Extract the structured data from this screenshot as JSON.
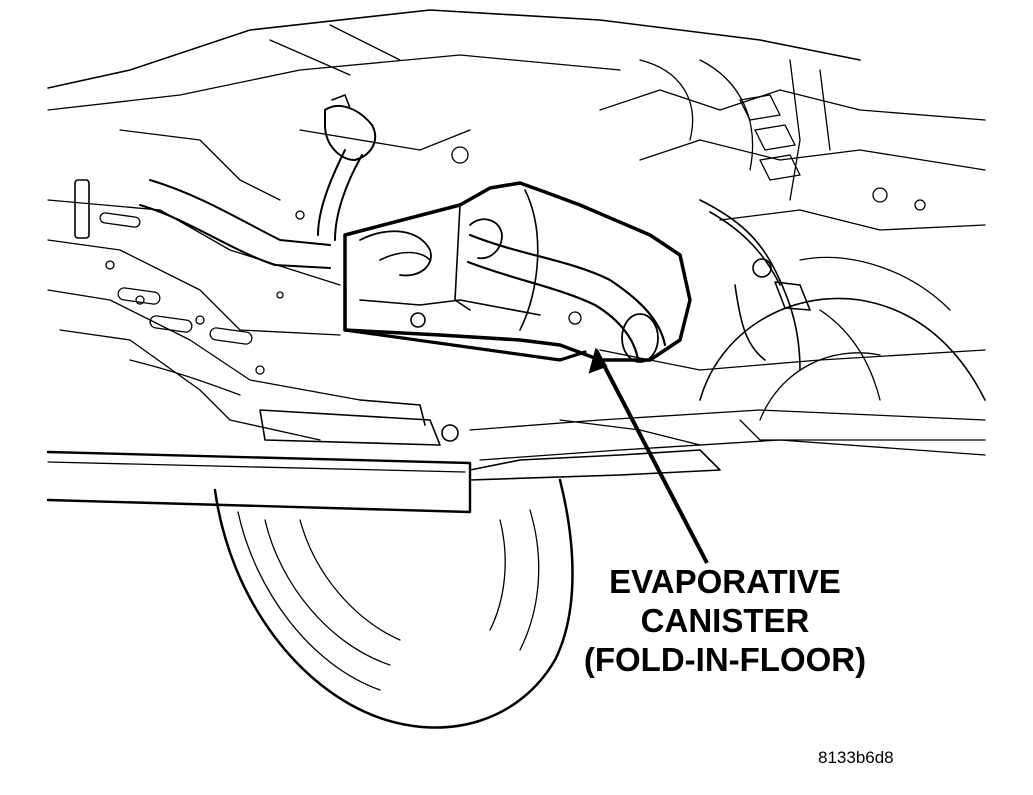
{
  "callout": {
    "lines": [
      "EVAPORATIVE",
      "CANISTER",
      "(FOLD-IN-FLOOR)"
    ]
  },
  "figure_id": "8133b6d8",
  "colors": {
    "ink": "#000000",
    "background": "#ffffff"
  }
}
